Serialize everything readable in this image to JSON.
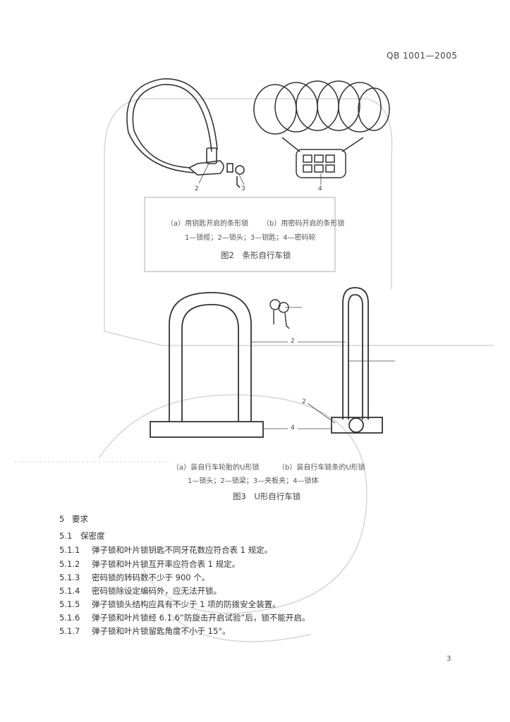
{
  "header": {
    "standard_number": "QB 1001—2005"
  },
  "figure2": {
    "caption_a": "（a）用钥匙开启的条形锁",
    "caption_b": "（b）用密码开启的条形锁",
    "legend": "1—锁缆；2—锁头；3—钥匙；4—密码轮",
    "title": "图2　条形自行车锁",
    "labels": [
      "2",
      "3",
      "4"
    ]
  },
  "figure3": {
    "caption_a": "（a）装自行车轮胎的U形锁",
    "caption_b": "（b）装自行车链条的U形锁",
    "legend": "1—锁头；2—锁梁；3—夹板夹；4—锁体",
    "title": "图3　U形自行车锁",
    "labels": [
      "2",
      "4",
      "2"
    ]
  },
  "requirements": {
    "section": {
      "num": "5",
      "text": "要求"
    },
    "subsection": {
      "num": "5.1",
      "text": "保密度"
    },
    "items": [
      {
        "num": "5.1.1",
        "text": "弹子锁和叶片锁钥匙不同牙花数应符合表 1 规定。"
      },
      {
        "num": "5.1.2",
        "text": "弹子锁和叶片锁互开率应符合表 1 规定。"
      },
      {
        "num": "5.1.3",
        "text": "密码锁的转码数不少于 900 个。"
      },
      {
        "num": "5.1.4",
        "text": "密码锁除设定编码外，应无法开锁。"
      },
      {
        "num": "5.1.5",
        "text": "弹子锁锁头结构应具有不少于 1 项的防拨安全装置。"
      },
      {
        "num": "5.1.6",
        "text": "弹子锁和叶片锁经 6.1.6“防旋击开启试验”后，锁不能开启。"
      },
      {
        "num": "5.1.7",
        "text": "弹子锁和叶片锁留匙角度不小于 15°。"
      }
    ]
  },
  "footer": {
    "page_number": "3"
  }
}
